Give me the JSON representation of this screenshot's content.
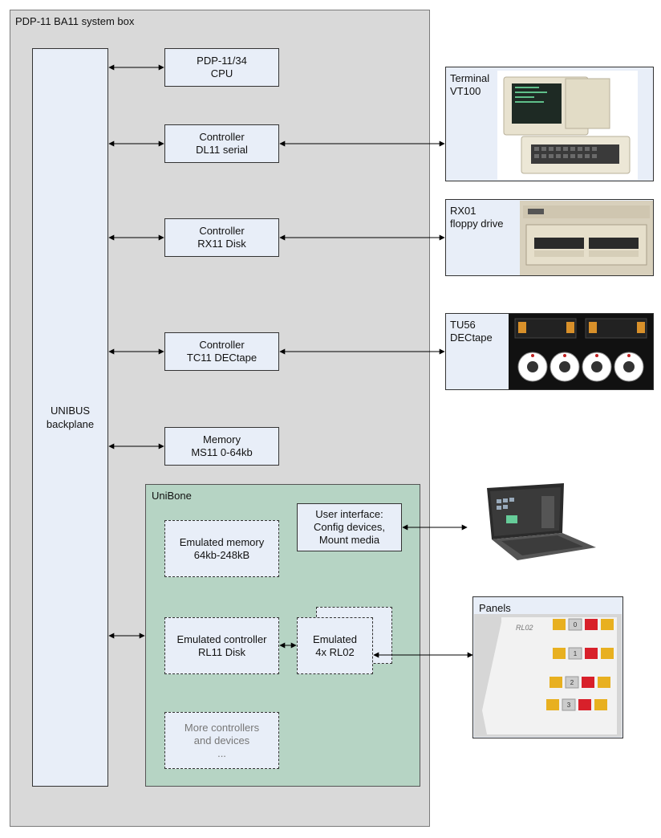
{
  "system_box": {
    "title": "PDP-11 BA11 system box"
  },
  "unibus": {
    "line1": "UNIBUS",
    "line2": "backplane"
  },
  "cpu": {
    "line1": "PDP-11/34",
    "line2": "CPU"
  },
  "dl11": {
    "line1": "Controller",
    "line2": "DL11 serial"
  },
  "rx11": {
    "line1": "Controller",
    "line2": "RX11 Disk"
  },
  "tc11": {
    "line1": "Controller",
    "line2": "TC11 DECtape"
  },
  "memory": {
    "line1": "Memory",
    "line2": "MS11 0-64kb"
  },
  "unibone": {
    "title": "UniBone",
    "user_interface": {
      "line1": "User interface:",
      "line2": "Config devices,",
      "line3": "Mount media"
    },
    "emulated_memory": {
      "line1": "Emulated memory",
      "line2": "64kb-248kB"
    },
    "emulated_controller": {
      "line1": "Emulated controller",
      "line2": "RL11 Disk"
    },
    "emulated_drives": {
      "line1": "Emulated",
      "line2": "4x RL02"
    },
    "more": {
      "line1": "More controllers",
      "line2": "and devices",
      "line3": "..."
    }
  },
  "terminal": {
    "line1": "Terminal",
    "line2": "VT100"
  },
  "rx01": {
    "line1": "RX01",
    "line2": "floppy drive"
  },
  "tu56": {
    "line1": "TU56",
    "line2": "DECtape"
  },
  "panels": {
    "title": "Panels",
    "model_label": "RL02",
    "unit_numbers": [
      "0",
      "1",
      "2",
      "3"
    ]
  },
  "colors": {
    "system_box": "#d9d9d9",
    "box_fill": "#e8eef8",
    "unibone_fill": "#b6d4c4",
    "button_yellow": "#e8b020",
    "button_red": "#d8202a"
  }
}
